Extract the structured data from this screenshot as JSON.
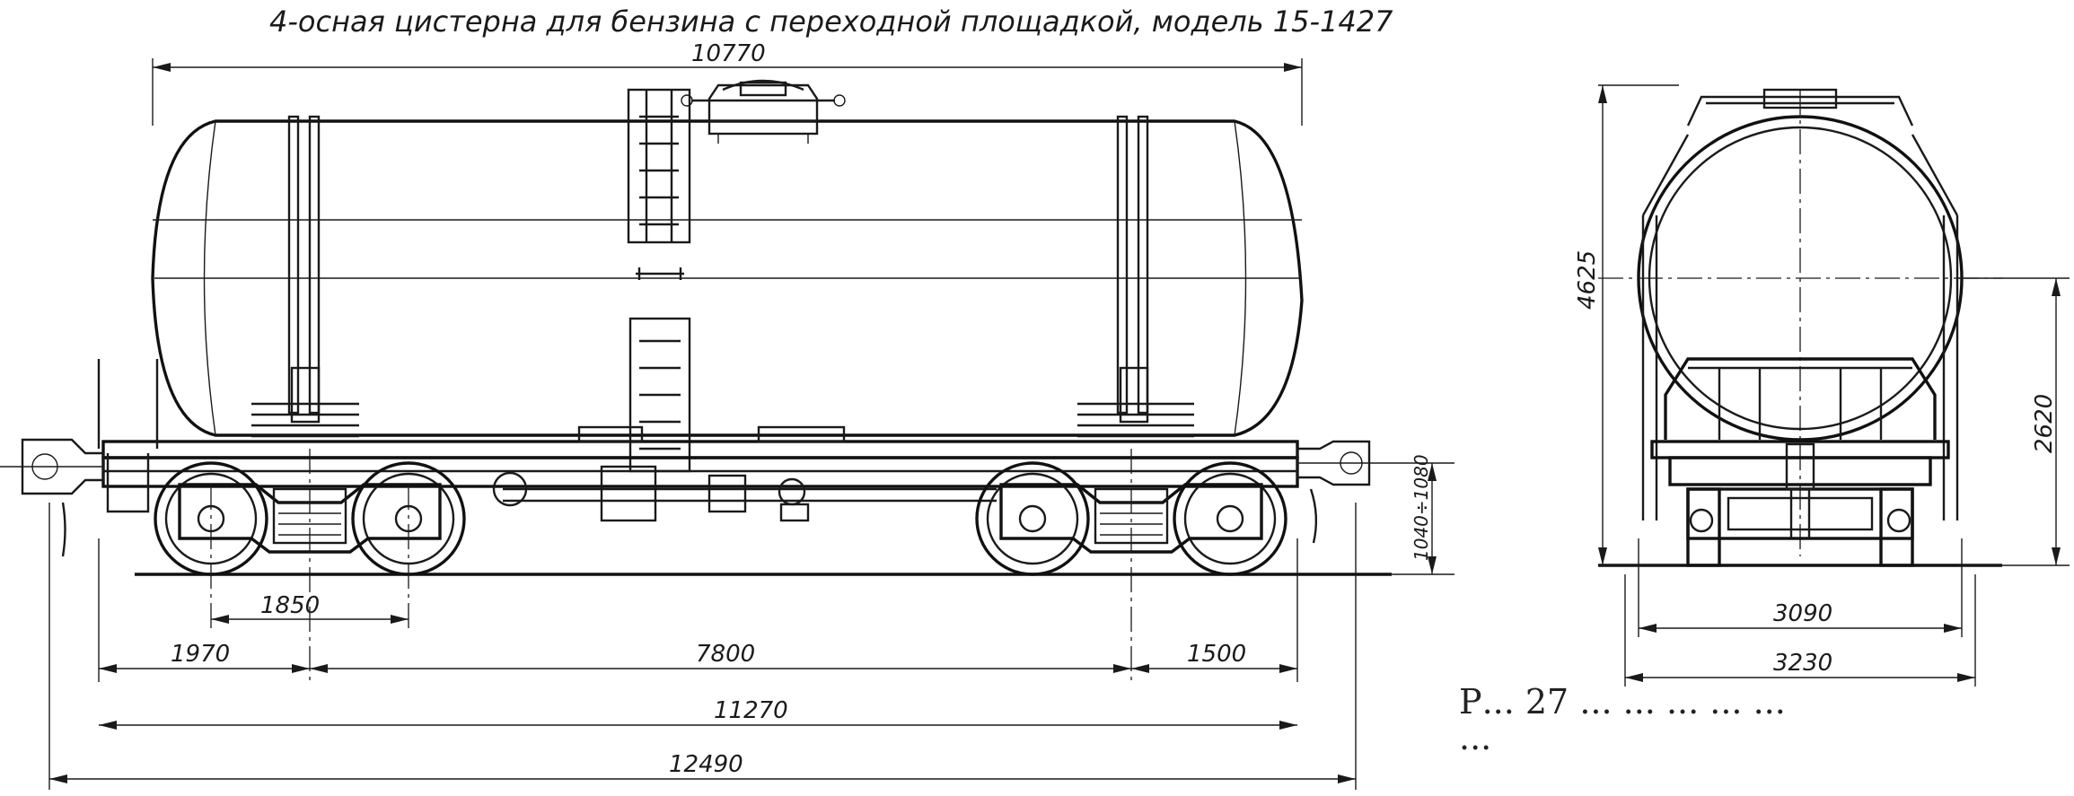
{
  "title": "4-осная цистерна для бензина с переходной площадкой, модель 15-1427",
  "dimensions": {
    "tank_length": "10770",
    "bogie_wheelbase": "1850",
    "left_overhang": "1970",
    "bogie_centers": "7800",
    "right_overhang": "1500",
    "frame_length": "11270",
    "coupler_length": "12490",
    "coupler_height": "1040÷1080",
    "total_height": "4625",
    "axis_height": "2620",
    "inner_width": "3090",
    "outer_width": "3230"
  },
  "caption": {
    "line1": "Р... 27 ... ... ... ... ...",
    "line2": "..."
  }
}
